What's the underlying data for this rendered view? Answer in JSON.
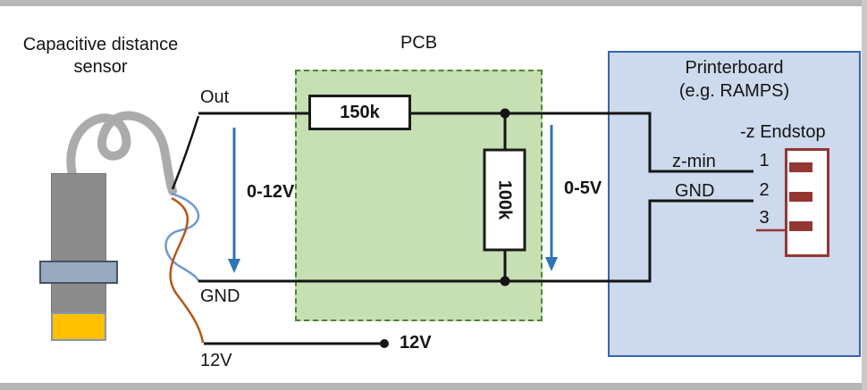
{
  "frame": {
    "strip_color": "#b7b7b7"
  },
  "sensor": {
    "label": "Capacitive distance sensor",
    "body_color": "#8c8c8c",
    "band_color": "#9aa9be",
    "tip_color": "#ffc000",
    "cable_color": "#ababab"
  },
  "wires": {
    "out_label": "Out",
    "gnd_label": "GND",
    "supply_label": "12V",
    "supply_terminal_label": "12V",
    "out_color": "#141414",
    "gnd_wire_color": "#6f9ad0",
    "supply_wire_color": "#b35a1b"
  },
  "annotations": {
    "left_range": "0-12V",
    "right_range": "0-5V",
    "arrow_color": "#2e75b6"
  },
  "pcb": {
    "label": "PCB",
    "fill": "#c6e0b4",
    "border": "#538135",
    "series_resistor": "150k",
    "shunt_resistor": "100k"
  },
  "printerboard": {
    "title_line1": "Printerboard",
    "title_line2": "(e.g. RAMPS)",
    "fill": "#cdd9ec",
    "border": "#3566ad",
    "endstop_label": "-z Endstop",
    "connector_color": "#943634",
    "pins": [
      {
        "signal": "z-min",
        "number": "1"
      },
      {
        "signal": "GND",
        "number": "2"
      },
      {
        "signal": "",
        "number": "3"
      }
    ]
  }
}
